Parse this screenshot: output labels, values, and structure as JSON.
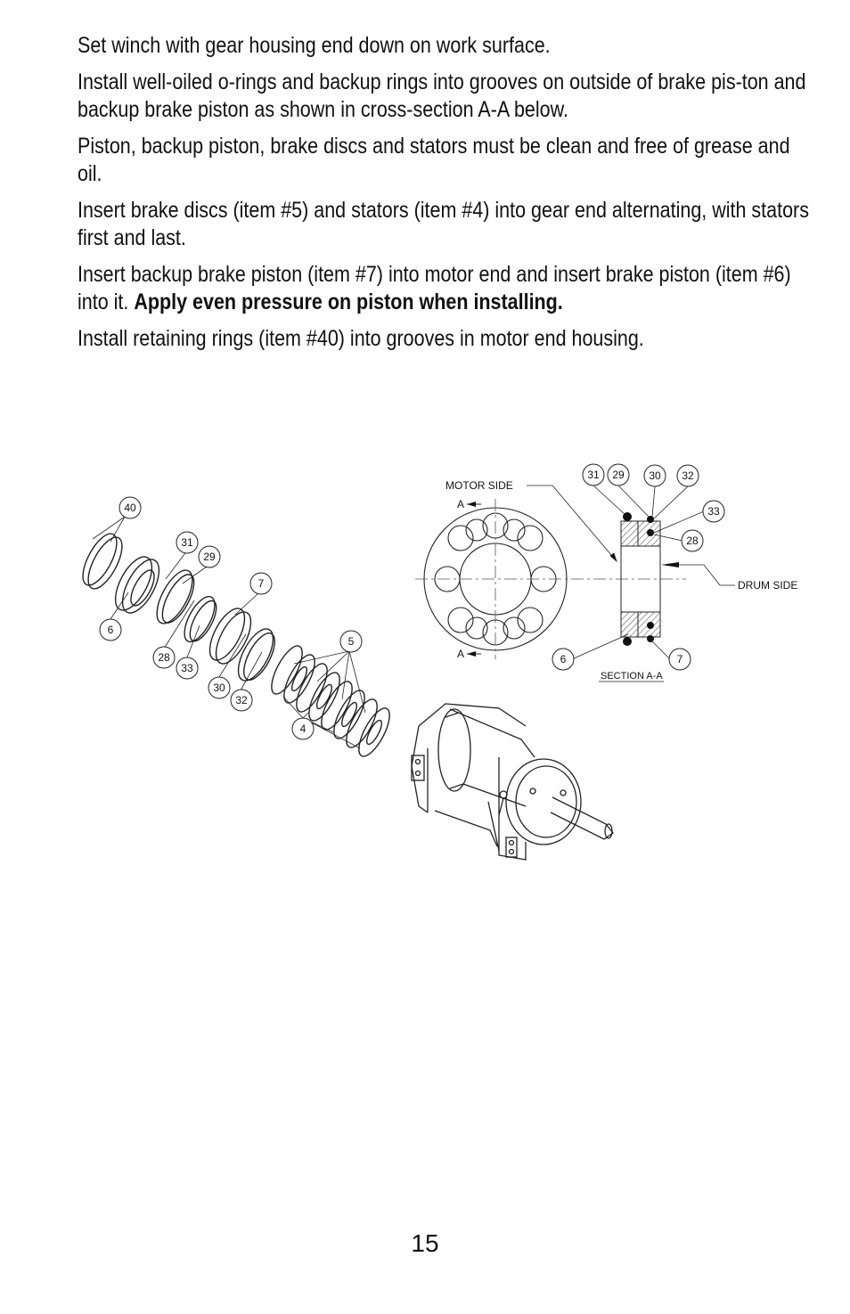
{
  "instructions": [
    {
      "text": "Set winch with gear housing end down on work surface."
    },
    {
      "text": "Install well-oiled o-rings and backup rings into grooves on outside of brake pis-ton and backup brake piston as shown in cross-section A-A below."
    },
    {
      "text": "Piston, backup piston, brake discs and stators must be clean and free of grease and oil."
    },
    {
      "text": "Insert brake discs (item #5) and stators (item #4) into gear end alternating, with stators first and last."
    },
    {
      "text": "Insert backup brake piston (item #7) into motor end and insert brake piston (item #6) into it. ",
      "bold": "Apply even pressure on piston when installing."
    },
    {
      "text": "Install retaining rings (item #40) into grooves in motor end housing."
    }
  ],
  "diagram": {
    "exploded_callouts": [
      "40",
      "31",
      "29",
      "7",
      "6",
      "28",
      "33",
      "30",
      "32",
      "5",
      "4"
    ],
    "section_callouts": [
      "31",
      "29",
      "30",
      "32",
      "33",
      "28",
      "6",
      "7"
    ],
    "motor_side_label": "MOTOR SIDE",
    "drum_side_label": "DRUM SIDE",
    "section_marker": "A",
    "section_title": "SECTION A-A"
  },
  "page_number": "15"
}
